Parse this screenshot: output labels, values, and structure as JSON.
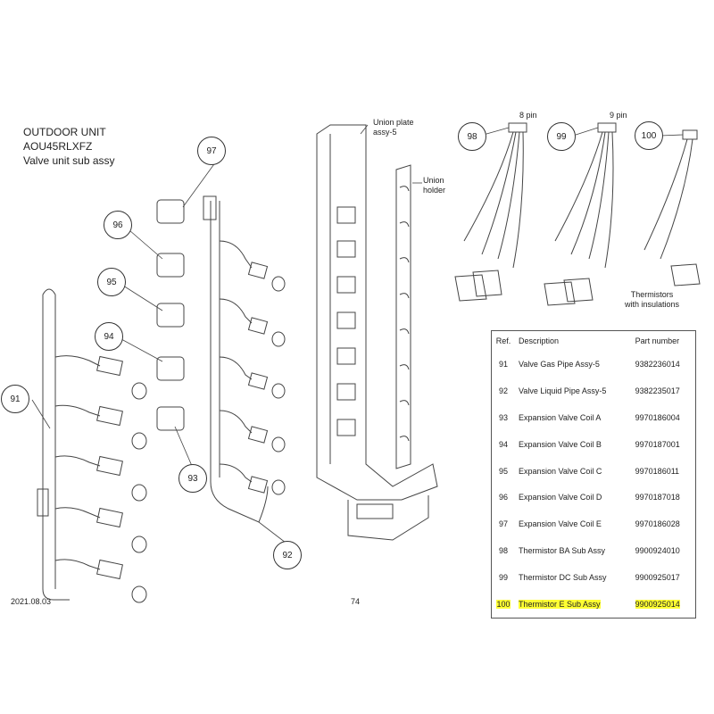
{
  "header": {
    "line1": "OUTDOOR UNIT",
    "line2": "AOU45RLXFZ",
    "line3": "Valve unit sub assy"
  },
  "labels": {
    "union_plate_1": "Union plate",
    "union_plate_2": "assy-5",
    "union_holder_1": "Union",
    "union_holder_2": "holder",
    "pin8": "8 pin",
    "pin9": "9 pin",
    "thermistors_1": "Thermistors",
    "thermistors_2": "with insulations"
  },
  "callouts": {
    "c91": "91",
    "c92": "92",
    "c93": "93",
    "c94": "94",
    "c95": "95",
    "c96": "96",
    "c97": "97",
    "c98": "98",
    "c99": "99",
    "c100": "100"
  },
  "table": {
    "headers": [
      "Ref.",
      "Description",
      "Part number"
    ],
    "rows": [
      {
        "ref": "91",
        "description": "Valve Gas Pipe Assy-5",
        "part": "9382236014"
      },
      {
        "ref": "92",
        "description": "Valve Liquid Pipe Assy-5",
        "part": "9382235017"
      },
      {
        "ref": "93",
        "description": "Expansion Valve Coil A",
        "part": "9970186004"
      },
      {
        "ref": "94",
        "description": "Expansion Valve Coil B",
        "part": "9970187001"
      },
      {
        "ref": "95",
        "description": "Expansion Valve Coil C",
        "part": "9970186011"
      },
      {
        "ref": "96",
        "description": "Expansion Valve Coil D",
        "part": "9970187018"
      },
      {
        "ref": "97",
        "description": "Expansion Valve Coil E",
        "part": "9970186028"
      },
      {
        "ref": "98",
        "description": "Thermistor BA Sub Assy",
        "part": "9900924010"
      },
      {
        "ref": "99",
        "description": "Thermistor DC Sub Assy",
        "part": "9900925017"
      },
      {
        "ref": "100",
        "description": "Thermistor E Sub Assy",
        "part": "9900925014"
      }
    ],
    "highlight_color": "#ffff33"
  },
  "footer": {
    "date": "2021.08.03",
    "page": "74"
  }
}
